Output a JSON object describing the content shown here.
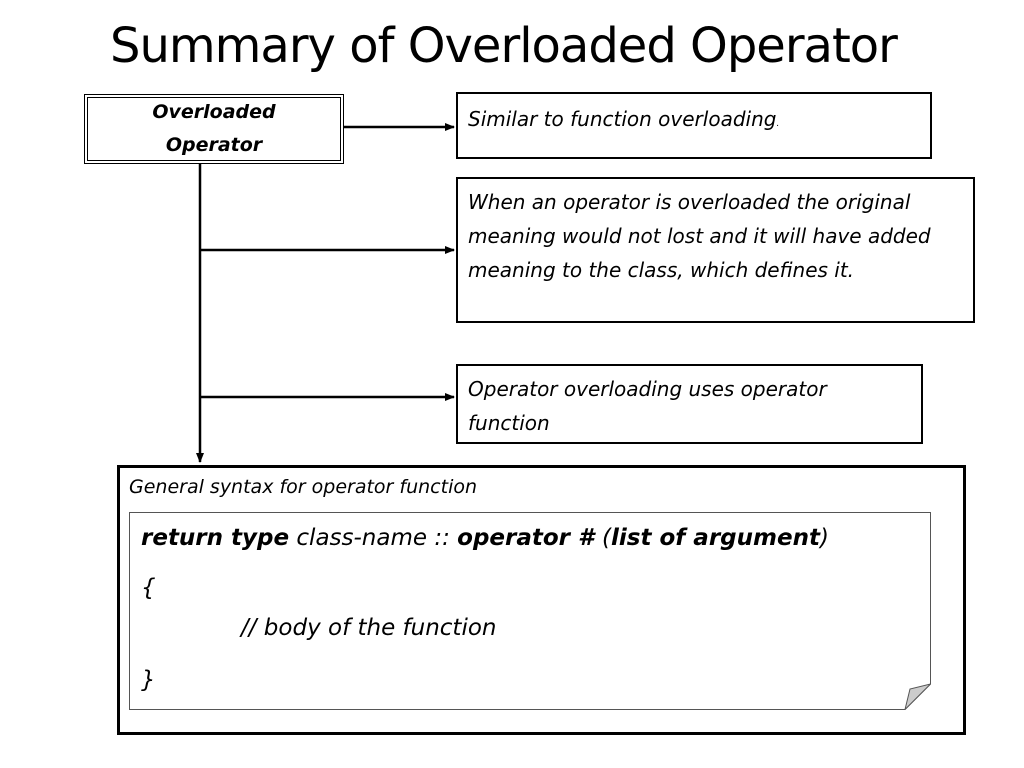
{
  "title": "Summary of Overloaded Operator",
  "root": {
    "label": "Overloaded Operator"
  },
  "notes": [
    {
      "text": "Similar to function overloading",
      "trail": "."
    },
    {
      "text": "When an operator is overloaded the original meaning would not lost and it will have added meaning to the class, which defines it."
    },
    {
      "text": "Operator overloading uses operator function"
    }
  ],
  "syntax": {
    "caption": "General syntax for operator function",
    "line1": {
      "return_type": "return type",
      "class_name": " class-name :: ",
      "operator": "operator # ",
      "open_paren": "(",
      "args": "list of argument",
      "close_paren": ")"
    },
    "open_brace": "{",
    "body_comment": "// body of the function",
    "close_brace": "}"
  }
}
